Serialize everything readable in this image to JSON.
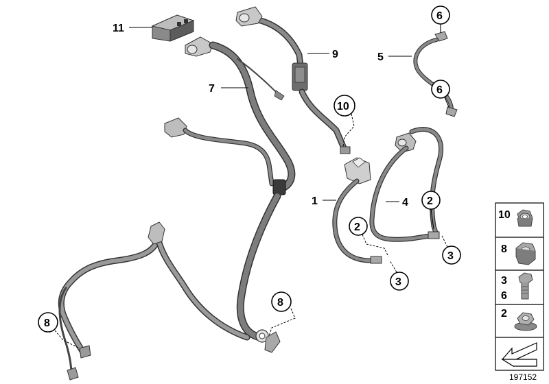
{
  "diagram": {
    "reference_number": "197152",
    "callouts": {
      "c1": "1",
      "c2a": "2",
      "c2b": "2",
      "c3a": "3",
      "c3b": "3",
      "c4": "4",
      "c5": "5",
      "c6a": "6",
      "c6b": "6",
      "c7": "7",
      "c8a": "8",
      "c8b": "8",
      "c9": "9",
      "c10": "10",
      "c11": "11"
    },
    "legend": {
      "row1": "10",
      "row2": "8",
      "row3_top": "3",
      "row3_bottom": "6",
      "row4": "2"
    }
  }
}
